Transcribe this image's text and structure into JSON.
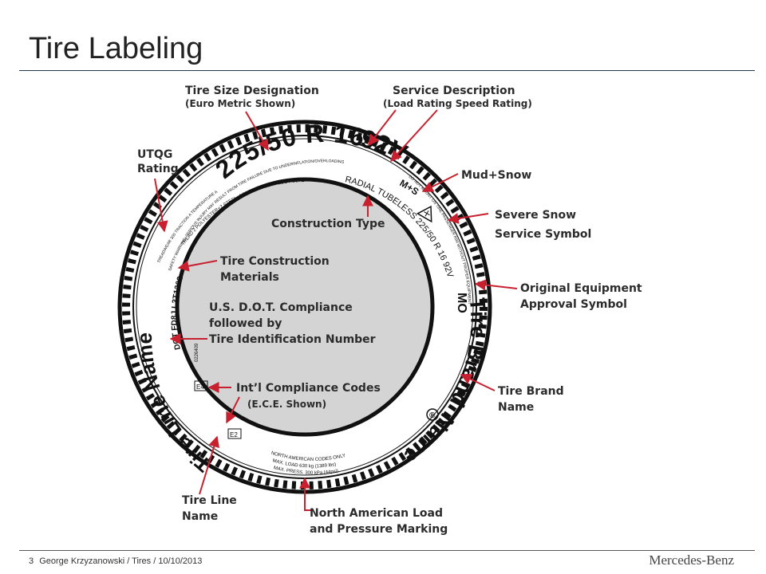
{
  "slide": {
    "title": "Tire Labeling",
    "footer": {
      "page": "3",
      "text": "George Krzyzanowski / Tires / 10/10/2013"
    },
    "brand": "Mercedes-Benz"
  },
  "diagram": {
    "colors": {
      "arrow": "#c8202f",
      "tire_face": "#d4d4d4",
      "title_rule": "#1f3b4d"
    },
    "callouts": {
      "size_designation": {
        "line1": "Tire Size Designation",
        "line2": "(Euro Metric Shown)"
      },
      "service_description": {
        "line1": "Service Description",
        "line2": "(Load Rating  Speed Rating)"
      },
      "utqg": {
        "line1": "UTQG",
        "line2": "Rating"
      },
      "mud_snow": {
        "line1": "Mud+Snow"
      },
      "severe_snow": {
        "line1": "Severe Snow",
        "line2": "Service Symbol"
      },
      "construction_type": {
        "line1": "Construction Type"
      },
      "construction_materials": {
        "line1": "Tire Construction",
        "line2": "Materials"
      },
      "dot": {
        "line1": "U.S. D.O.T. Compliance",
        "line2": "followed by",
        "line3": "Tire Identification Number"
      },
      "oe_approval": {
        "line1": "Original Equipment",
        "line2": "Approval Symbol"
      },
      "intl_compliance": {
        "line1": "Int’l Compliance Codes",
        "line2": "(E.C.E. Shown)"
      },
      "brand_name": {
        "line1": "Tire Brand",
        "line2": "Name"
      },
      "line_name": {
        "line1": "Tire Line",
        "line2": "Name"
      },
      "na_load": {
        "line1": "North American Load",
        "line2": "and Pressure Marking"
      }
    },
    "tire_text": {
      "size": "225/50 R 16",
      "service": "92V",
      "ms": "M+S",
      "radial": "RADIAL  TUBELESS 225/50 R 16 92V",
      "mo": "MO",
      "brand": "Tire Brand",
      "name": "Name",
      "reg": "®",
      "line_name": "Tire Line Name",
      "dot": "DOT FD8J L3T1202",
      "e4": "E4",
      "e2": "E2",
      "na": "NORTH AMERICAN CODES ONLY",
      "maxload": "MAX. LOAD 630 kg (1389 lbs)",
      "maxpress": "MAX. PRESS. 300 kPa (44psi)",
      "sw1": "TREAD 2 POLYESTER+2 STEEL+1 NYLON  SIDEWALL 2 POLYESTER",
      "sw2": "SAFETY WARNING: SERIOUS INJURY MAY RESULT FROM TIRE FAILURE DUE TO UNDERINFLATION/OVERLOADING",
      "sw3": "TREADWEAR 300  TRACTION A  TEMPERATURE A",
      "sw4": "DO NOT MOUNT ON TIRE PASSENGER RIM WITHOUT PROPER EQUIPMENT",
      "code": "0226409"
    }
  }
}
